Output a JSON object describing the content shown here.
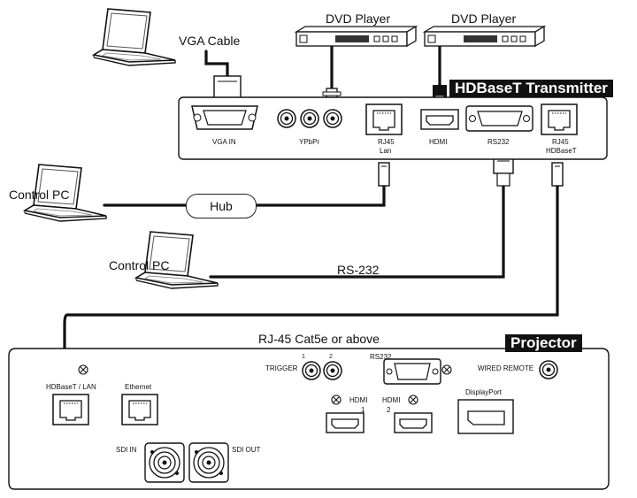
{
  "devices": {
    "dvd_player_1": "DVD Player",
    "dvd_player_2": "DVD Player",
    "vga_cable": "VGA Cable",
    "control_pc_1": "Control PC",
    "control_pc_2": "Control PC",
    "hub": "Hub",
    "rs232_cable": "RS-232",
    "cat5e_cable": "RJ-45 Cat5e or above"
  },
  "transmitter": {
    "title": "HDBaseT Transmitter",
    "vga_in": "VGA IN",
    "ypbpr": "YPbPr",
    "rj45_lan_1": "RJ45",
    "rj45_lan_2": "Lan",
    "hdmi": "HDMI",
    "rs232": "RS232",
    "rj45_hdbt_1": "RJ45",
    "rj45_hdbt_2": "HDBaseT"
  },
  "projector": {
    "title": "Projector",
    "hdbaset_lan": "HDBaseT / LAN",
    "ethernet": "Ethernet",
    "trigger": "TRIGGER",
    "trigger_1": "1",
    "trigger_2": "2",
    "rs232": "RS232",
    "wired_remote": "WIRED REMOTE",
    "hdmi1": "HDMI",
    "hdmi1_num": "1",
    "hdmi2": "HDMI",
    "hdmi2_num": "2",
    "displayport": "DisplayPort",
    "sdi_in": "SDI IN",
    "sdi_out": "SDI OUT"
  },
  "colors": {
    "line": "#111111",
    "device_fill": "#ffffff",
    "banner_bg": "#111111",
    "banner_text": "#ffffff"
  }
}
